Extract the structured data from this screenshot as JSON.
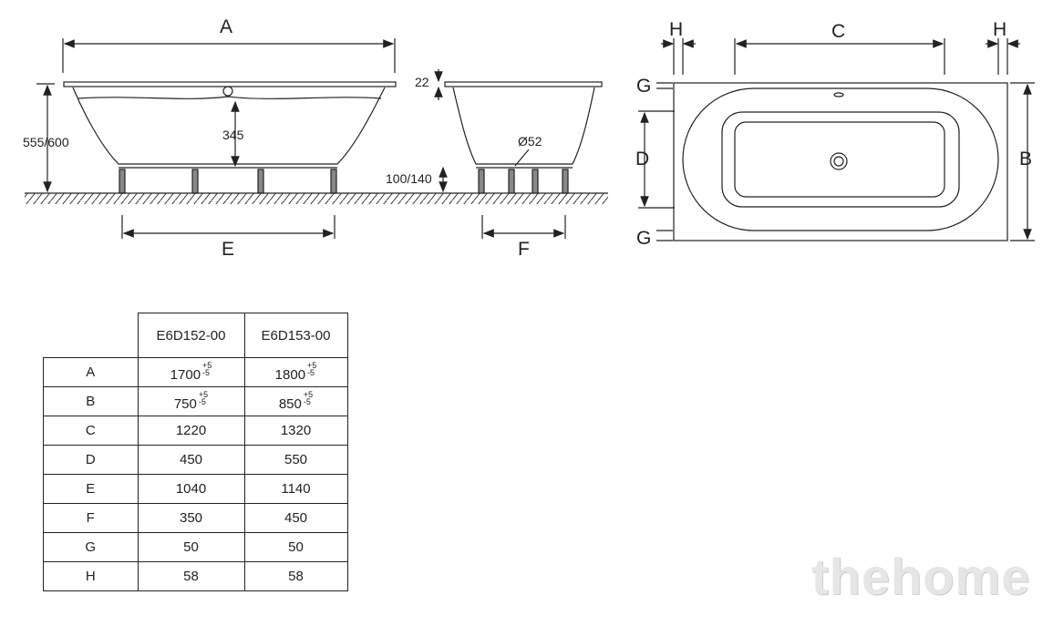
{
  "drawing": {
    "side_view": {
      "A": "A",
      "E": "E",
      "height": "555/600",
      "depth": "345"
    },
    "end_view": {
      "rim": "22",
      "drain": "Ø52",
      "legs": "100/140",
      "F": "F"
    },
    "top_view": {
      "C": "C",
      "H_left": "H",
      "H_right": "H",
      "G_top": "G",
      "G_bottom": "G",
      "D": "D",
      "B": "B"
    }
  },
  "table": {
    "headers": [
      "",
      "E6D152-00",
      "E6D153-00"
    ],
    "rows": [
      {
        "label": "A",
        "v1": "1700",
        "v2": "1800",
        "tol_plus": "+5",
        "tol_minus": "-5"
      },
      {
        "label": "B",
        "v1": "750",
        "v2": "850",
        "tol_plus": "+5",
        "tol_minus": "-5"
      },
      {
        "label": "C",
        "v1": "1220",
        "v2": "1320"
      },
      {
        "label": "D",
        "v1": "450",
        "v2": "550"
      },
      {
        "label": "E",
        "v1": "1040",
        "v2": "1140"
      },
      {
        "label": "F",
        "v1": "350",
        "v2": "450"
      },
      {
        "label": "G",
        "v1": "50",
        "v2": "50"
      },
      {
        "label": "H",
        "v1": "58",
        "v2": "58"
      }
    ]
  },
  "watermark": "thehome"
}
